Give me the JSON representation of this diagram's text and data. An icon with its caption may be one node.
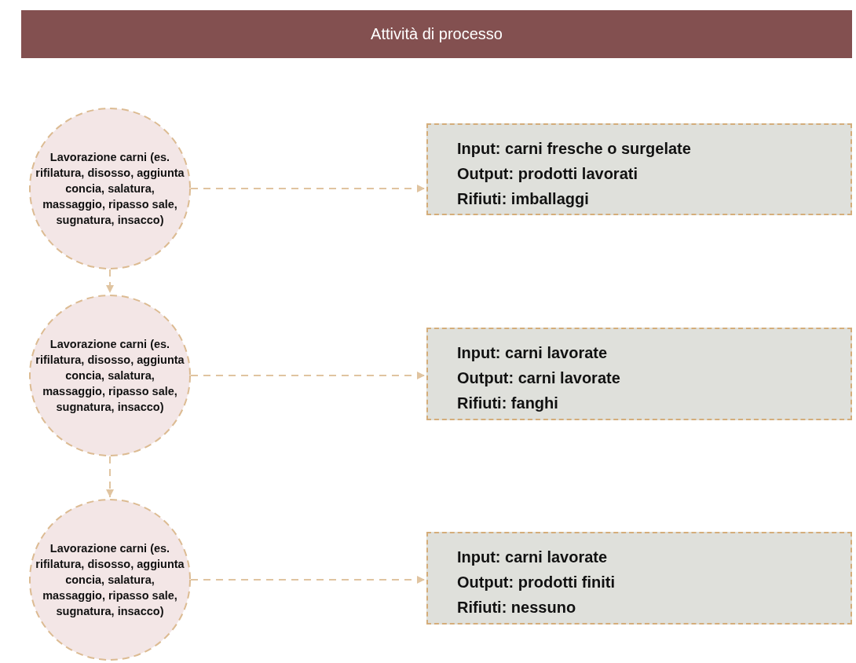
{
  "diagram": {
    "title": "Attività di processo",
    "nodes": [
      {
        "text": [
          "Lavorazione carni (es. rifilatura, disosso, aggiunta concia, salatura, massaggio, ripasso sale, sugnatura, insacco)"
        ]
      },
      {
        "text": [
          "Input: carni fresche o surgelate",
          "Output: prodotti lavorati",
          "Rifiuti: imballaggi"
        ]
      },
      {
        "text": [
          "Lavorazione carni (es. rifilatura, disosso, aggiunta concia, salatura, massaggio, ripasso sale, sugnatura, insacco)"
        ]
      },
      {
        "text": [
          "Input: carni lavorate",
          "Output: carni lavorate",
          "Rifiuti: fanghi"
        ]
      },
      {
        "text": [
          "Lavorazione carni (es. rifilatura, disosso, aggiunta concia, salatura, massaggio, ripasso sale, sugnatura, insacco)"
        ]
      },
      {
        "text": [
          "Input: carni lavorate",
          "Output: prodotti finiti",
          "Rifiuti: nessuno"
        ]
      }
    ],
    "edges": [
      {
        "from": 0,
        "to": 1,
        "arrow": "to",
        "style": "dashed"
      },
      {
        "from": 0,
        "to": 2,
        "arrow": "to",
        "style": "dashed"
      },
      {
        "from": 2,
        "to": 3,
        "arrow": "to",
        "style": "dashed"
      },
      {
        "from": 2,
        "to": 4,
        "arrow": "to",
        "style": "dashed"
      },
      {
        "from": 4,
        "to": 5,
        "arrow": "to",
        "style": "dashed"
      }
    ]
  }
}
